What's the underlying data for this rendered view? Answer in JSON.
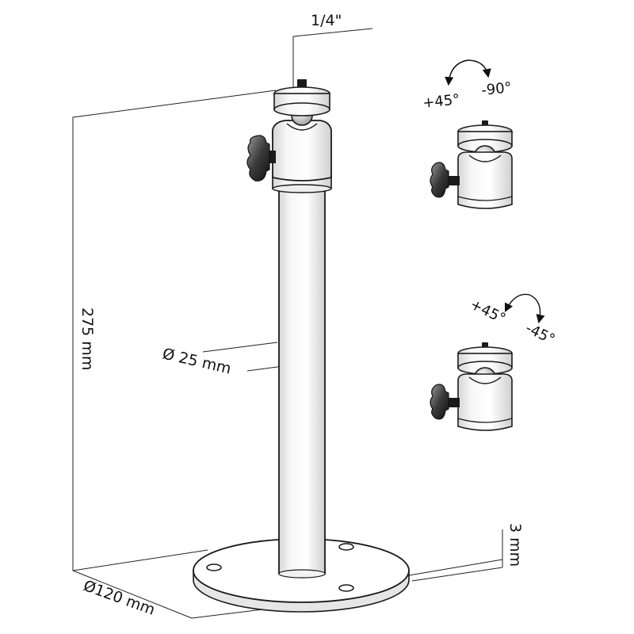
{
  "labels": {
    "thread": "1/4\"",
    "height": "275 mm",
    "tube_diameter": "Ø 25 mm",
    "base_diameter": "Ø120 mm",
    "base_thickness": "3 mm"
  },
  "head_top": {
    "angle_plus": "+45°",
    "angle_minus": "-90°"
  },
  "head_bottom": {
    "angle_plus": "+45°",
    "angle_minus": "-45°"
  }
}
